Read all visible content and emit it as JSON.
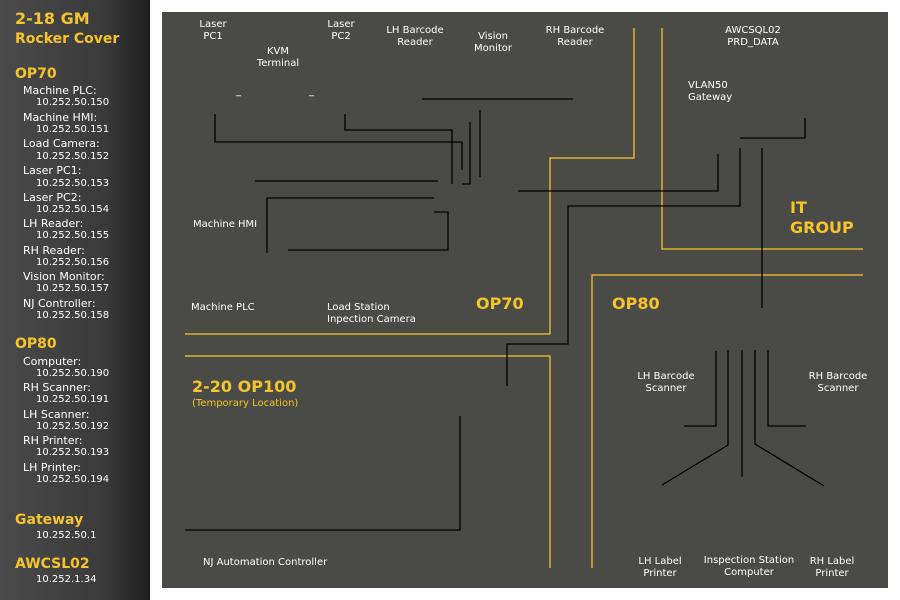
{
  "sidebar": {
    "title_line1": "2-18 GM",
    "title_line2": "Rocker Cover",
    "op70": {
      "heading": "OP70",
      "items": [
        {
          "label": "Machine PLC:",
          "ip": "10.252.50.150"
        },
        {
          "label": "Machine HMI:",
          "ip": "10.252.50.151"
        },
        {
          "label": "Load Camera:",
          "ip": "10.252.50.152"
        },
        {
          "label": "Laser PC1:",
          "ip": "10.252.50.153"
        },
        {
          "label": "Laser PC2:",
          "ip": "10.252.50.154"
        },
        {
          "label": "LH Reader:",
          "ip": "10.252.50.155"
        },
        {
          "label": "RH Reader:",
          "ip": "10.252.50.156"
        },
        {
          "label": "Vision Monitor:",
          "ip": "10.252.50.157"
        },
        {
          "label": "NJ Controller:",
          "ip": "10.252.50.158"
        }
      ]
    },
    "op80": {
      "heading": "OP80",
      "items": [
        {
          "label": "Computer:",
          "ip": "10.252.50.190"
        },
        {
          "label": "RH Scanner:",
          "ip": "10.252.50.191"
        },
        {
          "label": "LH Scanner:",
          "ip": "10.252.50.192"
        },
        {
          "label": "RH Printer:",
          "ip": "10.252.50.193"
        },
        {
          "label": "LH Printer:",
          "ip": "10.252.50.194"
        }
      ]
    },
    "gateway": {
      "heading": "Gateway",
      "ip": "10.252.50.1"
    },
    "awcsl02": {
      "heading": "AWCSL02",
      "ip": "10.252.1.34"
    }
  },
  "diagram": {
    "devices": {
      "laser_pc1": [
        "Laser",
        "PC1"
      ],
      "kvm": [
        "KVM",
        "Terminal"
      ],
      "laser_pc2": [
        "Laser",
        "PC2"
      ],
      "lh_barcode_reader": [
        "LH Barcode",
        "Reader"
      ],
      "vision_monitor": [
        "Vision",
        "Monitor"
      ],
      "rh_barcode_reader": [
        "RH Barcode",
        "Reader"
      ],
      "awcsql02": [
        "AWCSQL02",
        "PRD_DATA"
      ],
      "vlan50": [
        "VLAN50",
        "Gateway"
      ],
      "machine_hmi": "Machine HMI",
      "machine_plc": "Machine PLC",
      "load_station_camera": [
        "Load Station",
        "Inpection Camera"
      ],
      "nj_controller": "NJ Automation Controller",
      "lh_barcode_scanner": [
        "LH Barcode",
        "Scanner"
      ],
      "rh_barcode_scanner": [
        "RH Barcode",
        "Scanner"
      ],
      "lh_label_printer": [
        "LH Label",
        "Printer"
      ],
      "inspection_computer": [
        "Inspection Station",
        "Computer"
      ],
      "rh_label_printer": [
        "RH Label",
        "Printer"
      ],
      "kvm_dash_left": "_",
      "kvm_dash_right": "_"
    },
    "zones": {
      "op70": "OP70",
      "op80": "OP80",
      "it_group": [
        "IT",
        "GROUP"
      ],
      "op100": "2-20 OP100",
      "op100_sub": "(Temporary Location)"
    },
    "colors": {
      "zone_line": "#f6c42b",
      "cable": "#000000",
      "board_bg": "#4a4b47",
      "text": "#ffffff"
    }
  }
}
